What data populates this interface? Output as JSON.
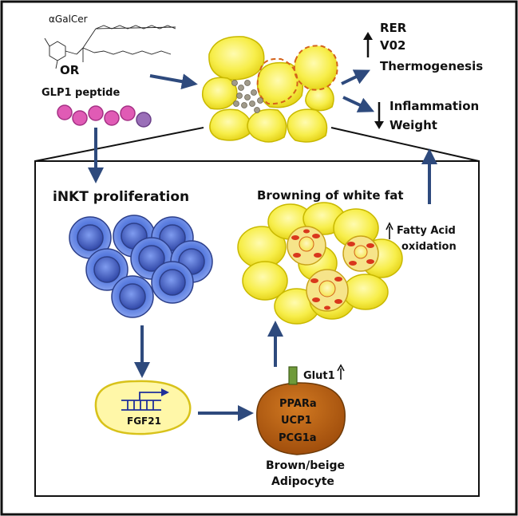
{
  "agents": {
    "agalcer": "αGalCer",
    "or": "OR",
    "glp1": "GLP1 peptide"
  },
  "outcomes_up": {
    "items": [
      "RER",
      "V02",
      "Thermogenesis"
    ]
  },
  "outcomes_down": {
    "items": [
      "Inflammation",
      "Weight"
    ]
  },
  "steps": {
    "inkt": "iNKT proliferation",
    "fgf21": "FGF21",
    "browning": "Browning of white fat",
    "fatty_acid_1": "Fatty Acid",
    "fatty_acid_2": "oxidation",
    "glut1": "Glut1",
    "brown_markers": [
      "PPARa",
      "UCP1",
      "PCG1a"
    ],
    "brown_label_1": "Brown/beige",
    "brown_label_2": "Adipocyte"
  },
  "colors": {
    "arrow": "#2e4a7d",
    "fat_fill": "#f3ea3a",
    "fat_stroke": "#c9b900",
    "dashed": "#d4621a",
    "peptide": "#e05bb5",
    "peptide_end": "#9a6fb8",
    "inkt_cell": "#4d6fd6",
    "brown_cell": "#b05a10",
    "glut1": "#6f9a3a"
  }
}
